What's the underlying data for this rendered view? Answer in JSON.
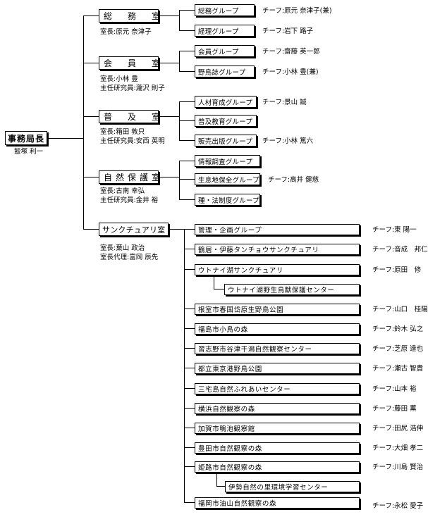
{
  "director": {
    "title": "事務局長",
    "name": "飯塚 利一"
  },
  "rooms": [
    {
      "name": "総　務　室",
      "staff": [
        "室長:原元 奈津子"
      ],
      "groups": [
        {
          "name": "総務グループ",
          "leader": "チーフ:原元 奈津子(兼)"
        },
        {
          "name": "経理グループ",
          "leader": "チーフ:岩下 路子"
        }
      ]
    },
    {
      "name": "会　員　室",
      "staff": [
        "室長:小林 豊",
        "主任研究員:瀧沢 則子"
      ],
      "groups": [
        {
          "name": "会員グループ",
          "leader": "チーフ:齋藤 英一郎"
        },
        {
          "name": "野鳥誌グループ",
          "leader": "チーフ:小林 豊(兼)"
        }
      ]
    },
    {
      "name": "普　及　室",
      "staff": [
        "室長:箱田 敦只",
        "主任研究員:安西 英明"
      ],
      "groups": [
        {
          "name": "人材育成グループ",
          "leader": "チーフ:景山 誠"
        },
        {
          "name": "普及教育グループ",
          "leader": ""
        },
        {
          "name": "販売出版グループ",
          "leader": "チーフ:小林 篤六"
        }
      ]
    },
    {
      "name": "自然保護室",
      "staff": [
        "室長:古南 幸弘",
        "主任研究員:金井 裕"
      ],
      "groups": [
        {
          "name": "情報調査グループ",
          "leader": ""
        },
        {
          "name": "生息地保全グループ",
          "leader": "チーフ:高井 健慈"
        },
        {
          "name": "種・法制度グループ",
          "leader": ""
        }
      ]
    },
    {
      "name": "サンクチュアリ室",
      "staff": [
        "室長:葉山 政治",
        "室長代理:富岡 辰先"
      ],
      "groups": [
        {
          "name": "管理・企画グループ",
          "leader": "チーフ:東 陽一"
        },
        {
          "name": "鶴居・伊藤タンチョウサンクチュアリ",
          "leader": "チーフ:音成　邦仁"
        },
        {
          "name": "ウトナイ湖サンクチュアリ",
          "leader": "チーフ:原田　修"
        },
        {
          "name": "ウトナイ湖野生鳥獣保護センター",
          "leader": ""
        },
        {
          "name": "根室市春国岱原生野鳥公園",
          "leader": "チーフ:山口　桂陽"
        },
        {
          "name": "福島市小鳥の森",
          "leader": "チーフ:鈴木 弘之"
        },
        {
          "name": "習志野市谷津干潟自然観察センター",
          "leader": "チーフ:芝原 達也"
        },
        {
          "name": "都立東京港野鳥公園",
          "leader": "チーフ:瀬古 智貴"
        },
        {
          "name": "三宅島自然ふれあいセンター",
          "leader": "チーフ:山本 裕"
        },
        {
          "name": "横浜自然観察の森",
          "leader": "チーフ:藤田 薫"
        },
        {
          "name": "加賀市鴨池観察館",
          "leader": "チーフ:田尻 浩伸"
        },
        {
          "name": "豊田市自然観察の森",
          "leader": "チーフ:大畑 孝二"
        },
        {
          "name": "姫路市自然観察の森",
          "leader": "チーフ:川島 賢治"
        },
        {
          "name": "伊勢自然の里環境学習センター",
          "leader": ""
        },
        {
          "name": "福岡市油山自然観察の森",
          "leader": "チーフ:永松 愛子"
        }
      ]
    }
  ]
}
